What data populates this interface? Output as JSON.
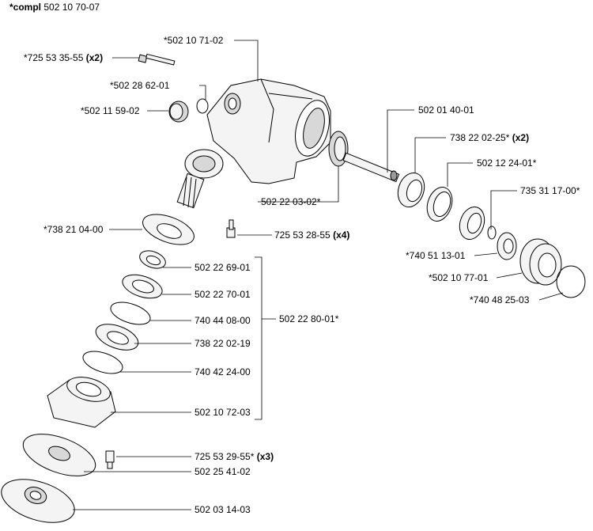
{
  "header": {
    "prefix": "*compl",
    "number": "502 10 70-07"
  },
  "callouts": [
    {
      "id": "c1",
      "number": "*502 10 71-02",
      "qty": ""
    },
    {
      "id": "c2",
      "number": "*725 53 35-55",
      "qty": "(x2)"
    },
    {
      "id": "c3",
      "number": "*502 28 62-01",
      "qty": ""
    },
    {
      "id": "c4",
      "number": "*502 11 59-02",
      "qty": ""
    },
    {
      "id": "c5",
      "number": "502 01 40-01",
      "qty": ""
    },
    {
      "id": "c6",
      "number": "738 22 02-25*",
      "qty": "(x2)"
    },
    {
      "id": "c7",
      "number": "502 12 24-01*",
      "qty": ""
    },
    {
      "id": "c8",
      "number": "735 31 17-00*",
      "qty": ""
    },
    {
      "id": "c9",
      "number": "502 22 03-02*",
      "qty": ""
    },
    {
      "id": "c10",
      "number": "725 53 28-55",
      "qty": "(x4)"
    },
    {
      "id": "c11",
      "number": "*738 21 04-00",
      "qty": ""
    },
    {
      "id": "c12",
      "number": "*740 51 13-01",
      "qty": ""
    },
    {
      "id": "c13",
      "number": "*502 10 77-01",
      "qty": ""
    },
    {
      "id": "c14",
      "number": "*740 48 25-03",
      "qty": ""
    },
    {
      "id": "c15",
      "number": "502 22 69-01",
      "qty": ""
    },
    {
      "id": "c16",
      "number": "502 22 70-01",
      "qty": ""
    },
    {
      "id": "c17",
      "number": "740 44 08-00",
      "qty": ""
    },
    {
      "id": "c18",
      "number": "738 22 02-19",
      "qty": ""
    },
    {
      "id": "c19",
      "number": "740 42 24-00",
      "qty": ""
    },
    {
      "id": "c20",
      "number": "502 10 72-03",
      "qty": ""
    },
    {
      "id": "c21",
      "number": "502 22 80-01*",
      "qty": ""
    },
    {
      "id": "c22",
      "number": "725 53 29-55*",
      "qty": "(x3)"
    },
    {
      "id": "c23",
      "number": "502 25 41-02",
      "qty": ""
    },
    {
      "id": "c24",
      "number": "502 03 14-03",
      "qty": ""
    }
  ]
}
